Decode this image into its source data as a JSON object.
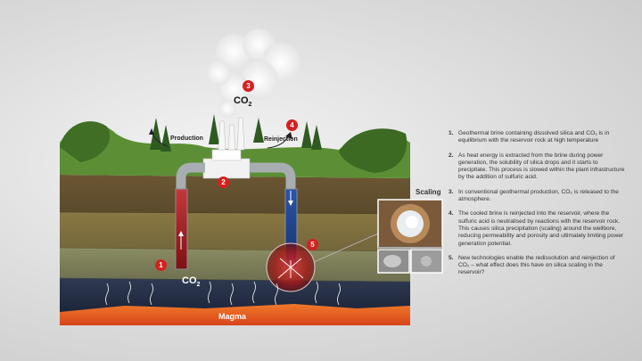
{
  "badges": {
    "b1": "1",
    "b2": "2",
    "b3": "3",
    "b4": "4",
    "b5": "5"
  },
  "labels": {
    "co2_main": "CO",
    "co2_sub": "2",
    "production": "Production",
    "reinjection": "Reinjection",
    "scaling": "Scaling",
    "magma": "Magma"
  },
  "notes": [
    {
      "num": "1.",
      "text": "Geothermal brine containing dissolved silica and CO₂ is in equilibrium with the reservoir rock at high temperature"
    },
    {
      "num": "2.",
      "text": "As heat energy is extracted from the brine during power generation, the solubility of silica drops and it starts to precipitate. This process is slowed within the plant infrastructure by the addition of sulfuric acid."
    },
    {
      "num": "3.",
      "text": "In conventional geothermal production, CO₂ is released to the atmosphere."
    },
    {
      "num": "4.",
      "text": "The cooled brine is reinjected into the reservoir, where the sulfuric acid is neutralised by reactions with the reservoir rock. This causes silica precipitation (scaling) around the wellbore, reducing permeability and porosity and ultimately limiting power generation potential."
    },
    {
      "num": "5.",
      "text": "New technologies enable the redissolution and reinjection of CO₂ – what effect does this have on silica scaling in the reservoir?"
    }
  ],
  "colors": {
    "badge": "#d52020",
    "magma": "#e4571e",
    "hot_pipe": "#b0191c",
    "cold_pipe": "#1f3f86",
    "grass": "#5c8f35"
  }
}
